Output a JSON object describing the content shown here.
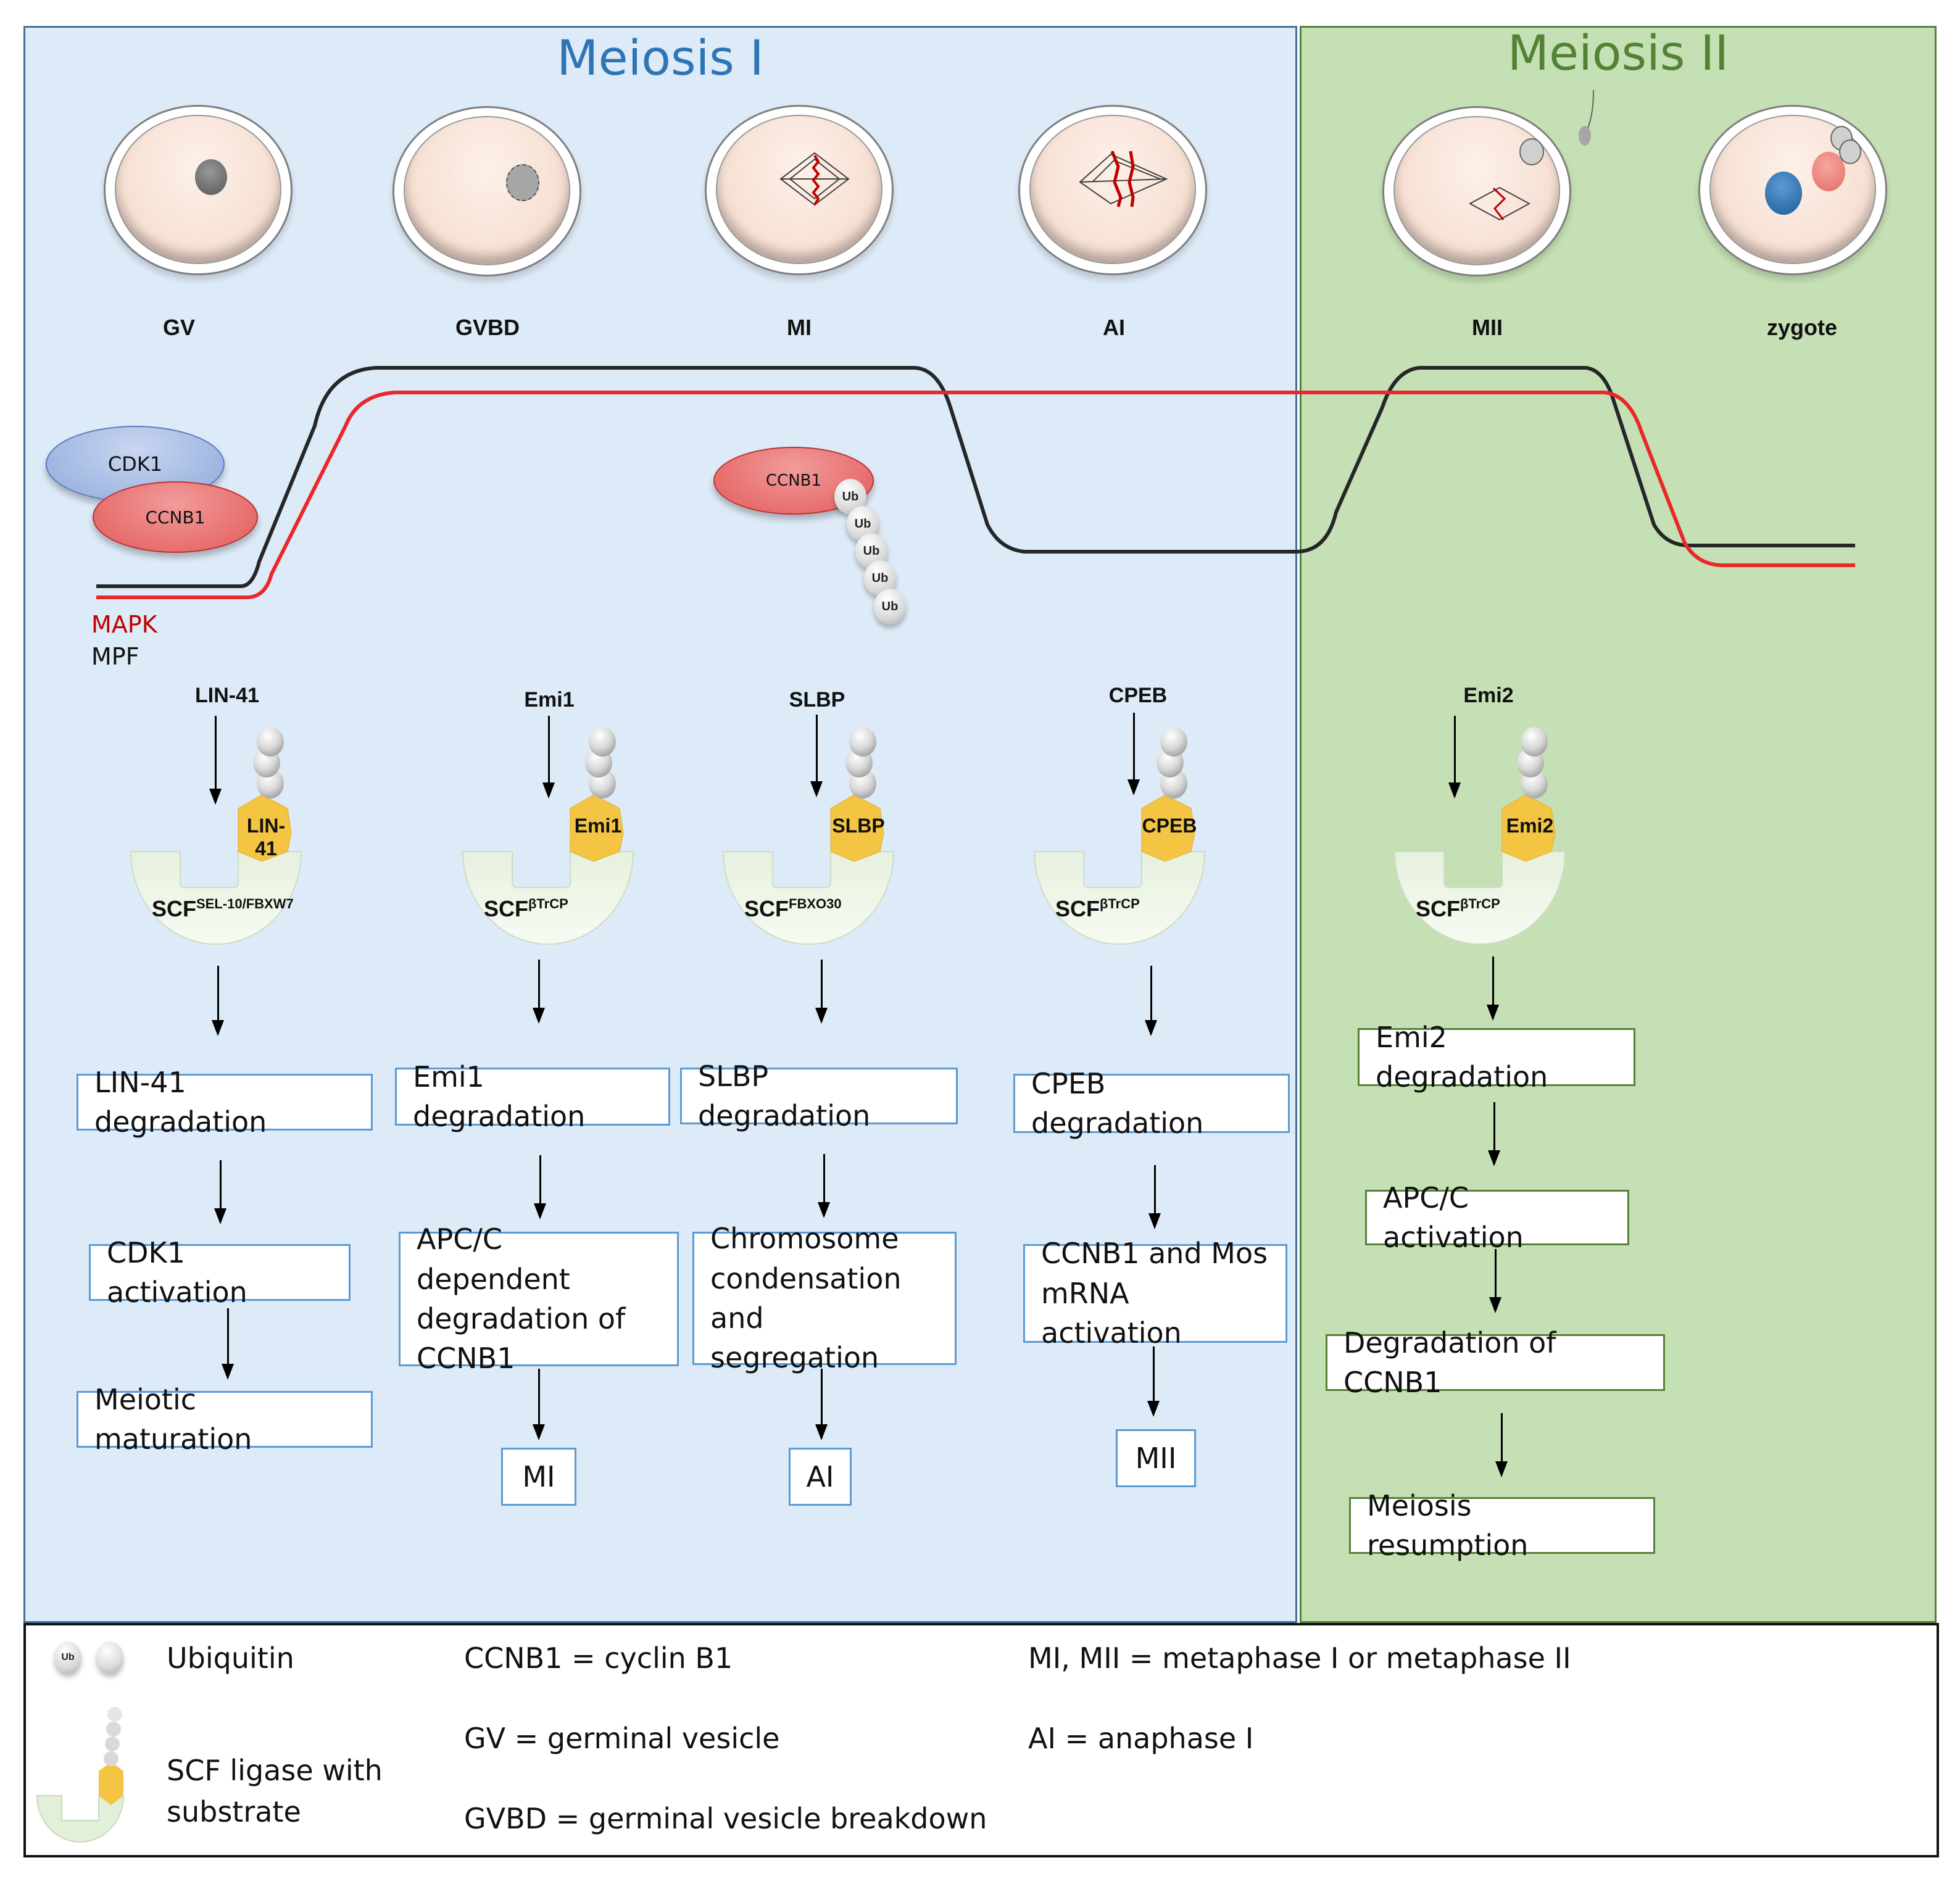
{
  "panels": {
    "meiosis1_title": "Meiosis I",
    "meiosis2_title": "Meiosis II"
  },
  "stages": [
    {
      "label": "GV",
      "icon": "oocyte-gv-icon"
    },
    {
      "label": "GVBD",
      "icon": "oocyte-gvbd-icon"
    },
    {
      "label": "MI",
      "icon": "oocyte-metaphase-i-icon"
    },
    {
      "label": "AI",
      "icon": "oocyte-anaphase-i-icon"
    },
    {
      "label": "MII",
      "icon": "oocyte-metaphase-ii-icon"
    },
    {
      "label": "zygote",
      "icon": "zygote-icon"
    }
  ],
  "activity_curves": {
    "mapk_label": "MAPK",
    "mpf_label": "MPF",
    "mapk_color": "#e8282b",
    "mpf_color": "#262626"
  },
  "complex": {
    "cdk1_label": "CDK1",
    "ccnb1_label": "CCNB1",
    "cdk1_color": "#8faadc",
    "ccnb1_color": "#e35a5a"
  },
  "ubiquitinated_ccnb1": {
    "label": "CCNB1",
    "ub_labels": [
      "Ub",
      "Ub",
      "Ub",
      "Ub",
      "Ub"
    ]
  },
  "pathways": [
    {
      "substrate": "LIN-41",
      "ligase": "SCF",
      "ligase_sup": "SEL-10/FBXW7",
      "steps": [
        "LIN-41 degradation",
        "CDK1 activation",
        "Meiotic maturation"
      ]
    },
    {
      "substrate": "Emi1",
      "ligase": "SCF",
      "ligase_sup": "βTrCP",
      "steps": [
        "Emi1 degradation",
        "APC/C dependent\ndegradation of\nCCNB1",
        "MI"
      ]
    },
    {
      "substrate": "SLBP",
      "ligase": "SCF",
      "ligase_sup": "FBXO30",
      "steps": [
        "SLBP degradation",
        "Chromosome\ncondensation\nand segregation",
        "AI"
      ]
    },
    {
      "substrate": "CPEB",
      "ligase": "SCF",
      "ligase_sup": "βTrCP",
      "steps": [
        "CPEB degradation",
        "CCNB1 and Mos\nmRNA activation",
        "MII"
      ]
    },
    {
      "substrate": "Emi2",
      "ligase": "SCF",
      "ligase_sup": "βTrCP",
      "steps": [
        "Emi2 degradation",
        "APC/C activation",
        "Degradation of CCNB1",
        "Meiosis resumption"
      ]
    }
  ],
  "legend": {
    "ub_icon_label": "Ub",
    "ubiquitin": "Ubiquitin",
    "scf": "SCF ligase with\nsubstrate",
    "ccnb1": "CCNB1 = cyclin B1",
    "gv": "GV = germinal vesicle",
    "gvbd": "GVBD = germinal vesicle breakdown",
    "mi_mii": "MI, MII = metaphase I or metaphase II",
    "ai": "AI  = anaphase I"
  }
}
